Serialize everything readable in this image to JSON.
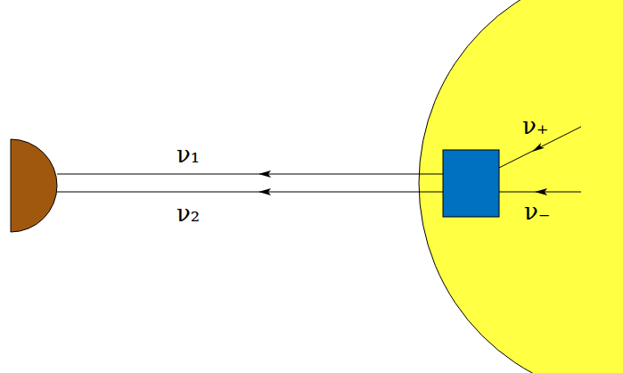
{
  "diagram": {
    "labels": [
      "ν₁",
      "ν₂",
      "ν₊",
      "ν₋"
    ]
  }
}
